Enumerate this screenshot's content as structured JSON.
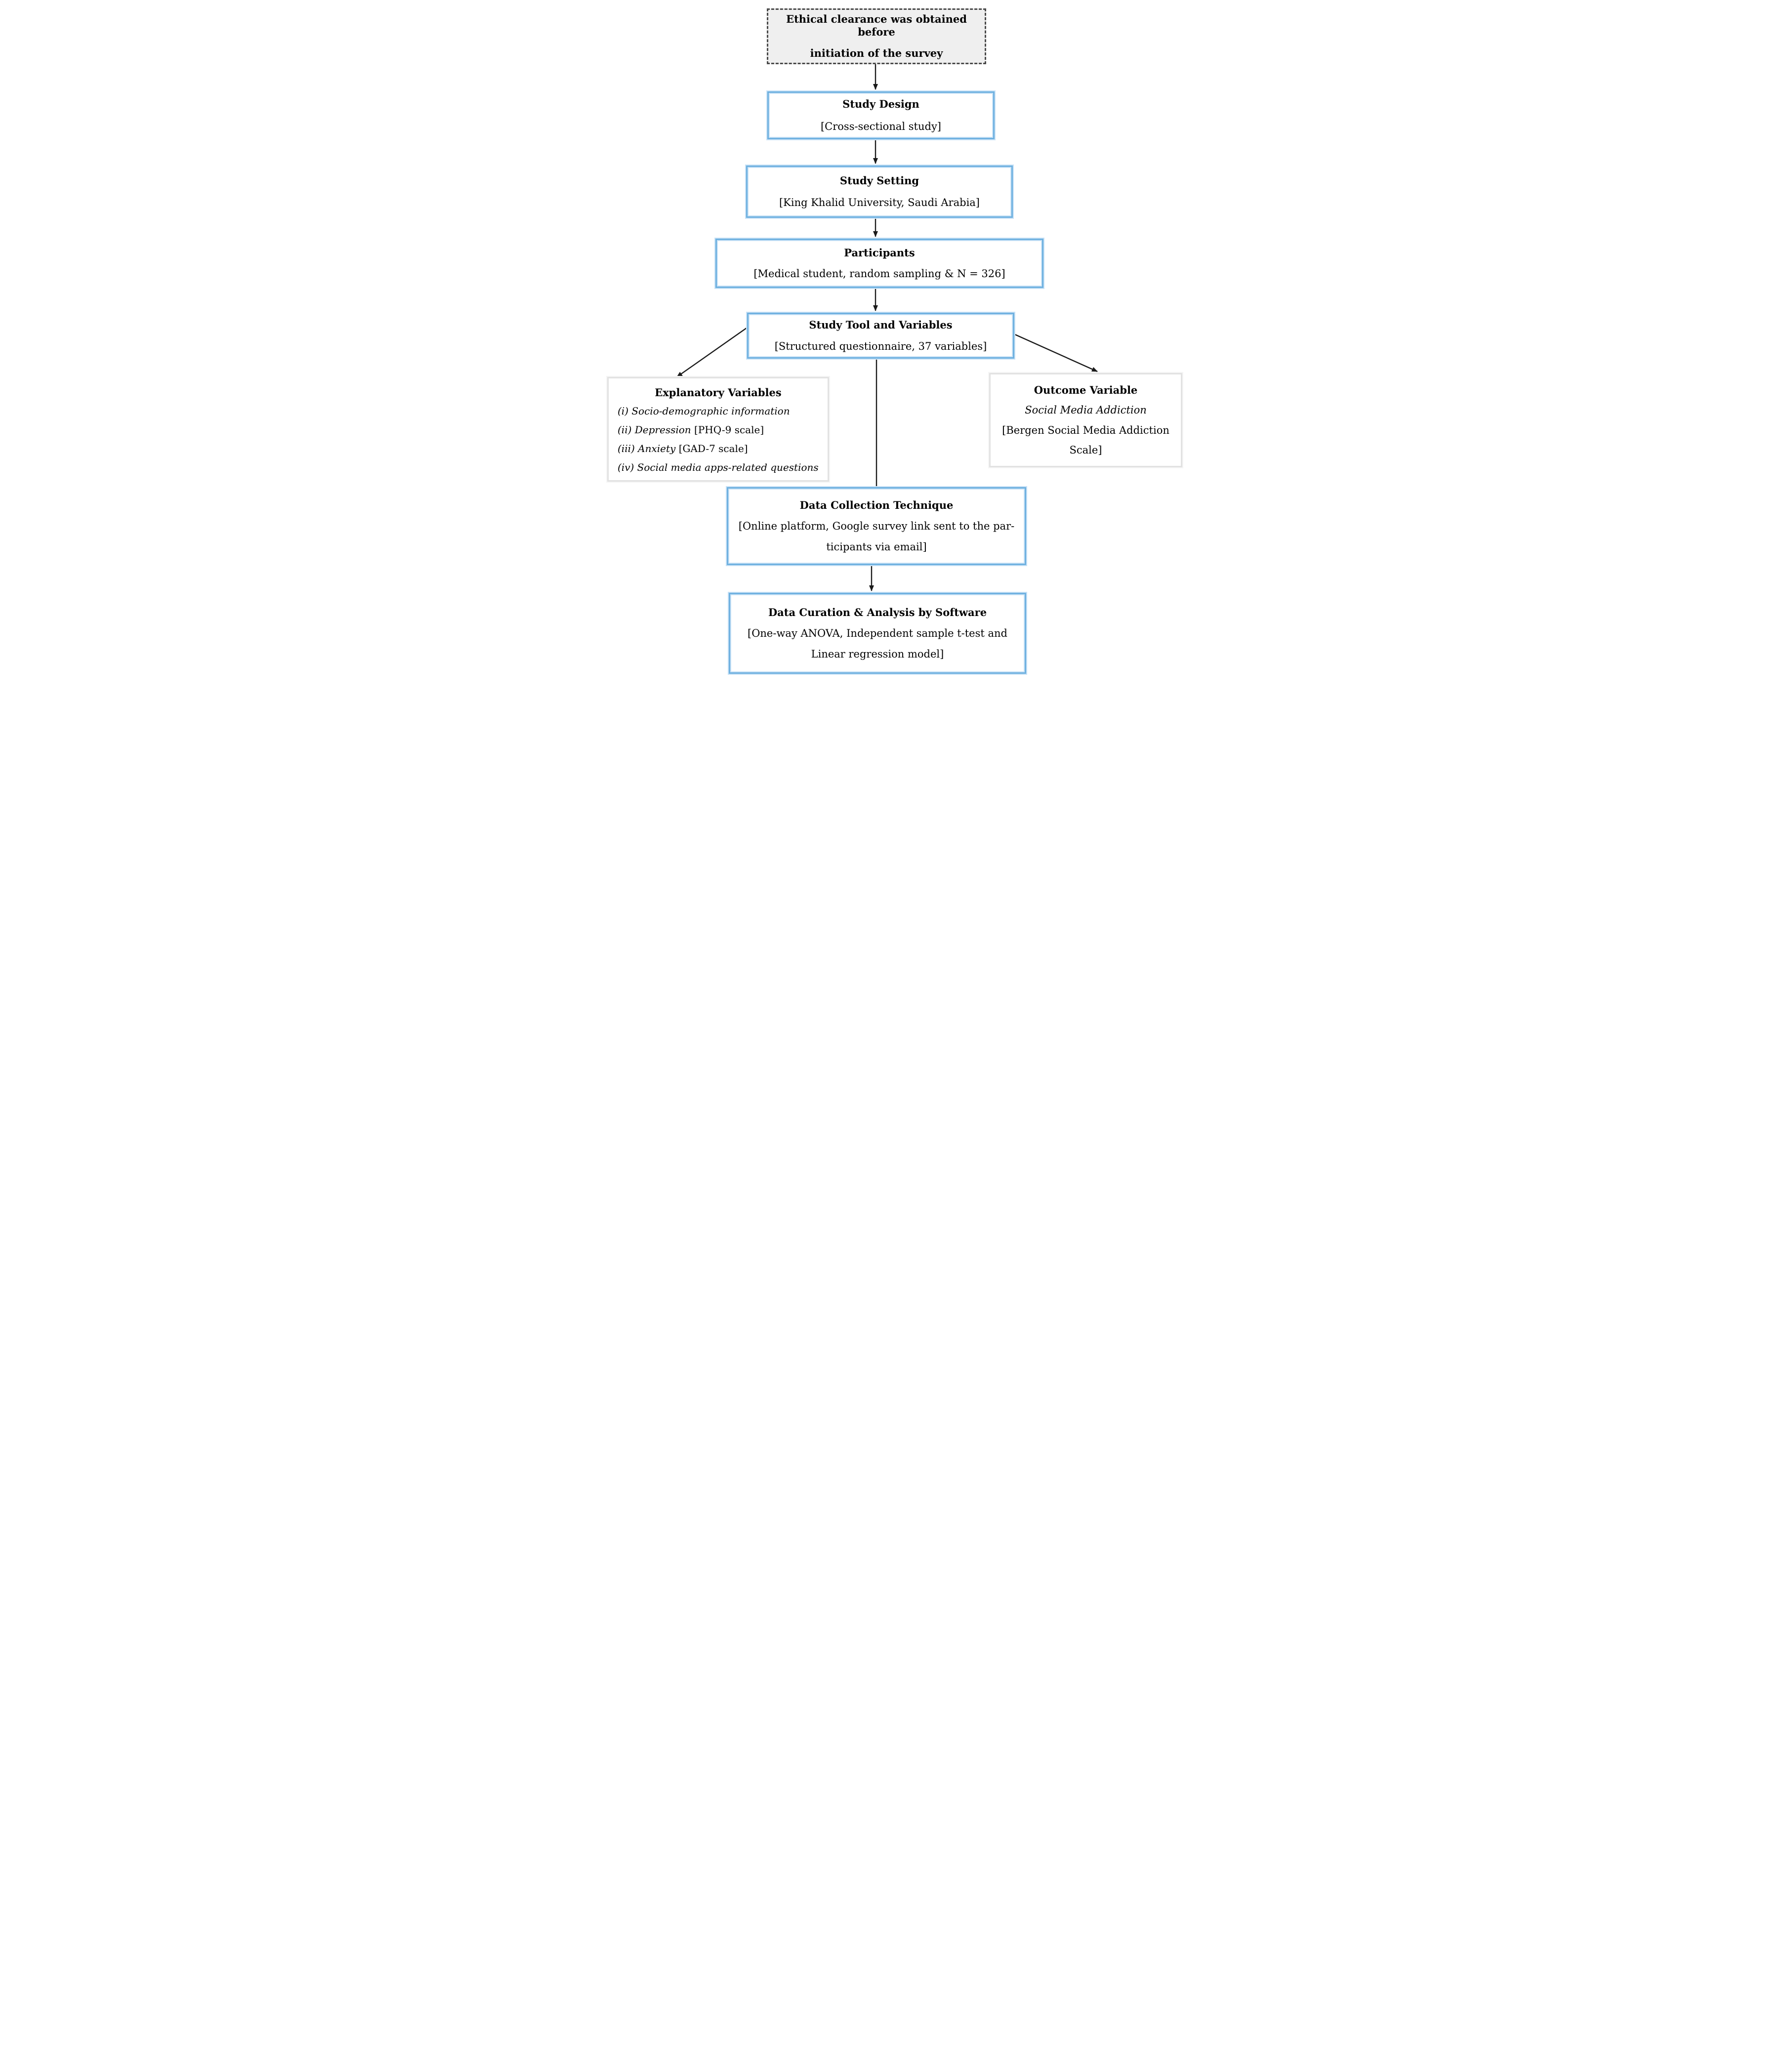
{
  "figure_type": "study-methodology-flowchart",
  "colors": {
    "blue_border": "#6FB1E0",
    "blue_halo": "#C9E2F6",
    "gray_border": "#E2E2E2",
    "dashed_border": "#4A4A4A",
    "note_bg": "#EFEFEF",
    "arrow": "#1A1A1A",
    "text": "#000000"
  },
  "nodes": {
    "ethics_note": {
      "line1": "Ethical clearance was obtained before",
      "line2": "initiation of the survey"
    },
    "study_design": {
      "title": "Study Design",
      "detail": "[Cross-sectional study]"
    },
    "study_setting": {
      "title": "Study Setting",
      "detail": "[King Khalid University, Saudi Arabia]"
    },
    "participants": {
      "title": "Participants",
      "detail": "[Medical student, random sampling & N = 326]"
    },
    "study_tool": {
      "title": "Study Tool and Variables",
      "detail": "[Structured questionnaire, 37 variables]"
    },
    "explanatory": {
      "title": "Explanatory Variables",
      "items": [
        {
          "italic": "(i) Socio-demographic information",
          "regular": ""
        },
        {
          "italic": "(ii) Depression ",
          "regular": "[PHQ-9 scale]"
        },
        {
          "italic": "(iii) Anxiety ",
          "regular": "[GAD-7 scale]"
        },
        {
          "italic": "(iv) Social media apps-related questions",
          "regular": ""
        }
      ]
    },
    "outcome": {
      "title": "Outcome Variable",
      "subtitle_italic": "Social Media Addiction",
      "detail_line1": "[Bergen Social Media Addiction",
      "detail_line2": "Scale]"
    },
    "data_collection": {
      "title": "Data Collection Technique",
      "detail_line1": "[Online platform, Google survey link sent to the par-",
      "detail_line2": "ticipants via email]"
    },
    "data_curation": {
      "title": "Data Curation & Analysis by Software",
      "detail_line1": "[One-way ANOVA, Independent sample t-test and",
      "detail_line2": "Linear regression model]"
    }
  }
}
